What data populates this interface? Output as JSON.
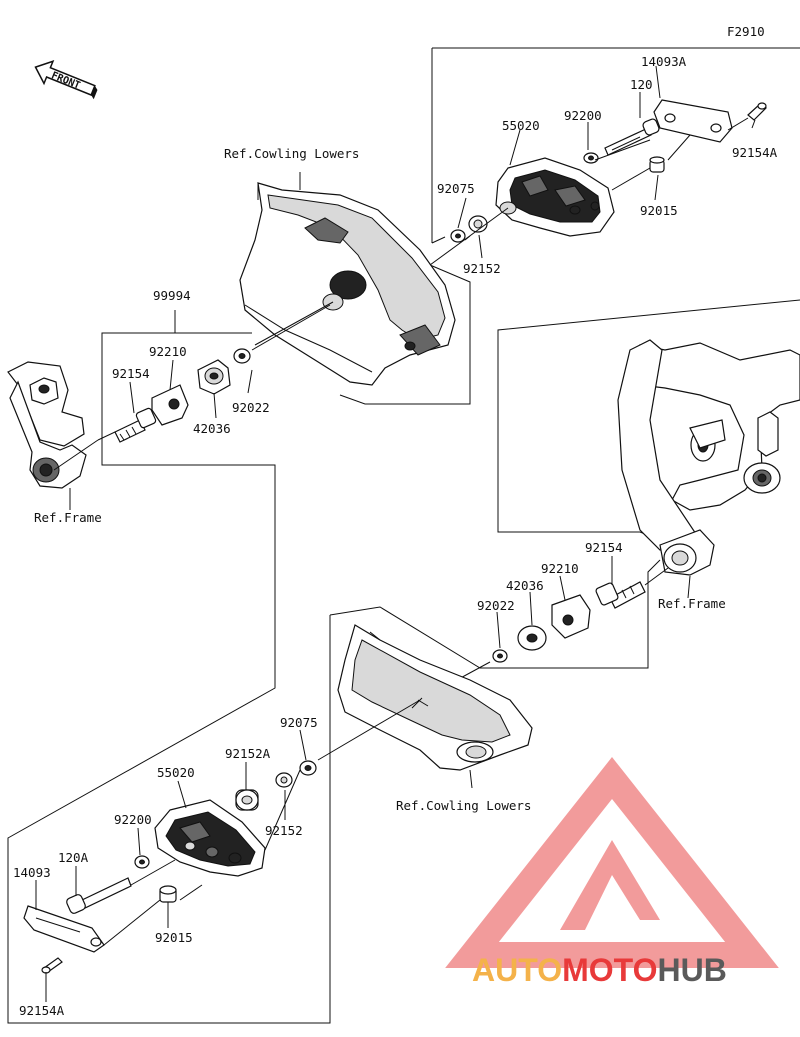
{
  "figure_code": "F2910",
  "front_label": "FRONT",
  "labels": {
    "p14093A": "14093A",
    "p120": "120",
    "p92200_top": "92200",
    "p55020_top": "55020",
    "p92154A_top": "92154A",
    "p92075_top": "92075",
    "p92015_top": "92015",
    "p92152_top": "92152",
    "ref_cowling_top": "Ref.Cowling Lowers",
    "p99994": "99994",
    "p92210_left": "92210",
    "p92154_left": "92154",
    "p92022_left": "92022",
    "p42036_left": "42036",
    "ref_frame_left": "Ref.Frame",
    "p92154_right": "92154",
    "p92210_right": "92210",
    "p42036_right": "42036",
    "p92022_right": "92022",
    "ref_frame_right": "Ref.Frame",
    "p92075_bot": "92075",
    "p92152A_bot": "92152A",
    "p55020_bot": "55020",
    "p92152_bot": "92152",
    "p92200_bot": "92200",
    "ref_cowling_bot": "Ref.Cowling Lowers",
    "p120A": "120A",
    "p14093": "14093",
    "p92015_bot": "92015",
    "p92154A_bot": "92154A"
  },
  "watermark": {
    "part1": "AUTO",
    "part2": "MOTO",
    "part3": "HUB",
    "color_light": "#f4b24a",
    "color_red": "#e83a3a",
    "color_dark": "#5a5a5a"
  }
}
